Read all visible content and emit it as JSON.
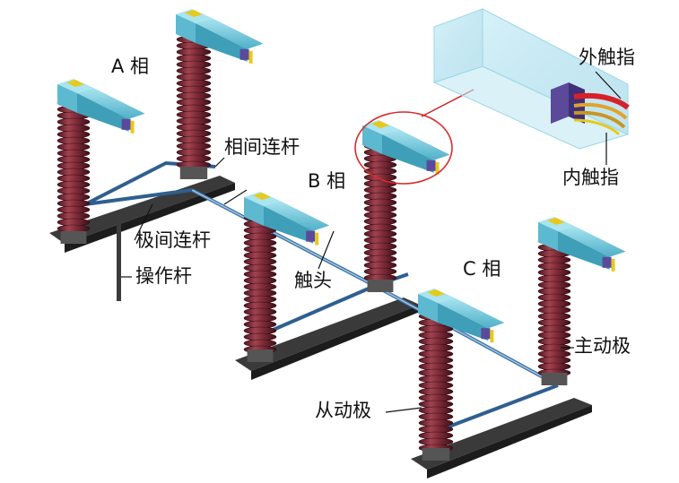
{
  "labels": {
    "phase_a": "A 相",
    "phase_b": "B 相",
    "phase_c": "C 相",
    "interphase_rod": "相间连杆",
    "interpole_rod": "极间连杆",
    "operating_rod": "操作杆",
    "contact": "触头",
    "outer_finger": "外触指",
    "inner_finger": "内触指",
    "main_pole": "主动极",
    "slave_pole": "从动极"
  },
  "colors": {
    "insulator": "#7c2a37",
    "insulator_dark": "#4e1521",
    "arm": "#7fd0e0",
    "arm_dark": "#3f9fb8",
    "base": "#2a2a2a",
    "rod": "#2f5f8f",
    "highlight_ring": "#d82b2b",
    "contact_yellow": "#e8c91a",
    "finger_red": "#d8202a",
    "finger_orange": "#e3a12b",
    "block_purple": "#5b4a9a"
  }
}
